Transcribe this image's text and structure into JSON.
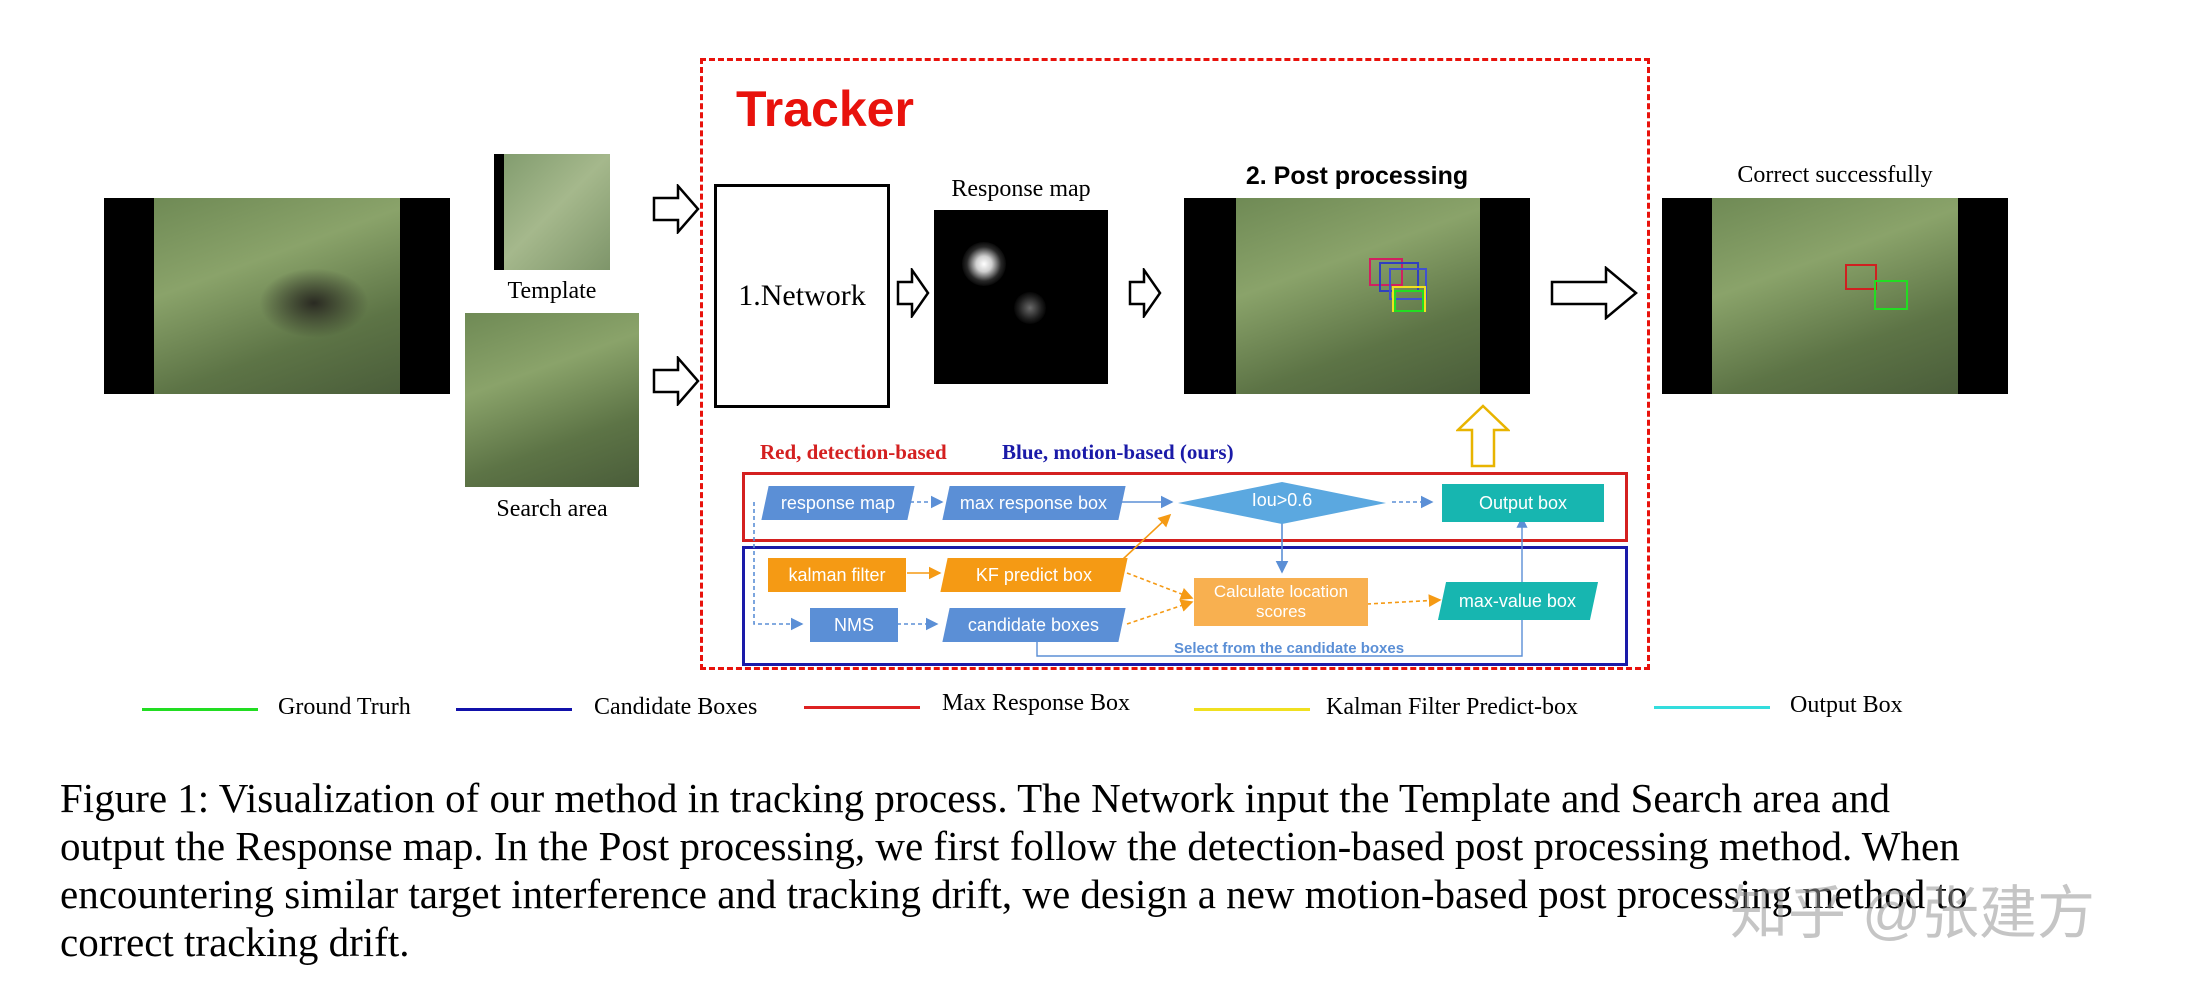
{
  "tracker": {
    "title": "Tracker",
    "network_label": "1.Network",
    "response_map_label": "Response map",
    "post_processing_label": "2. Post processing"
  },
  "inputs": {
    "template_label": "Template",
    "search_area_label": "Search area"
  },
  "result": {
    "label": "Correct successfully"
  },
  "flow": {
    "red_legend": "Red, detection-based",
    "blue_legend": "Blue, motion-based (ours)",
    "response_map": "response map",
    "max_response_box": "max response box",
    "iou": "Iou>0.6",
    "output_box": "Output box",
    "kalman_filter": "kalman filter",
    "kf_predict_box": "KF predict box",
    "calculate_location_scores": "Calculate location scores",
    "max_value_box": "max-value box",
    "nms": "NMS",
    "candidate_boxes": "candidate boxes",
    "select_note": "Select from the candidate boxes"
  },
  "legend": {
    "items": [
      {
        "label": "Ground Trurh",
        "color": "#22dd22"
      },
      {
        "label": "Candidate Boxes",
        "color": "#1111aa"
      },
      {
        "label": "Max Response Box",
        "color": "#dd2222"
      },
      {
        "label": "Kalman Filter Predict-box",
        "color": "#f0e020"
      },
      {
        "label": "Output Box",
        "color": "#33dddd"
      }
    ]
  },
  "caption": {
    "line1": "Figure 1: Visualization of our method in tracking process. The Network input the Template and Search area and",
    "line2": "output the Response map. In the Post processing, we first follow the detection-based post processing method. When",
    "line3": "encountering similar target interference and tracking drift, we design a new motion-based post processing method to",
    "line4": "correct tracking drift."
  },
  "watermark": "知乎 @张建方",
  "colors": {
    "tracker_red": "#e8120c",
    "flow_blue": "#5b8fd6",
    "flow_orange": "#f59a14",
    "flow_teal": "#17b6b0",
    "flow_red_border": "#d42020",
    "flow_blue_border": "#1a1aa8"
  }
}
